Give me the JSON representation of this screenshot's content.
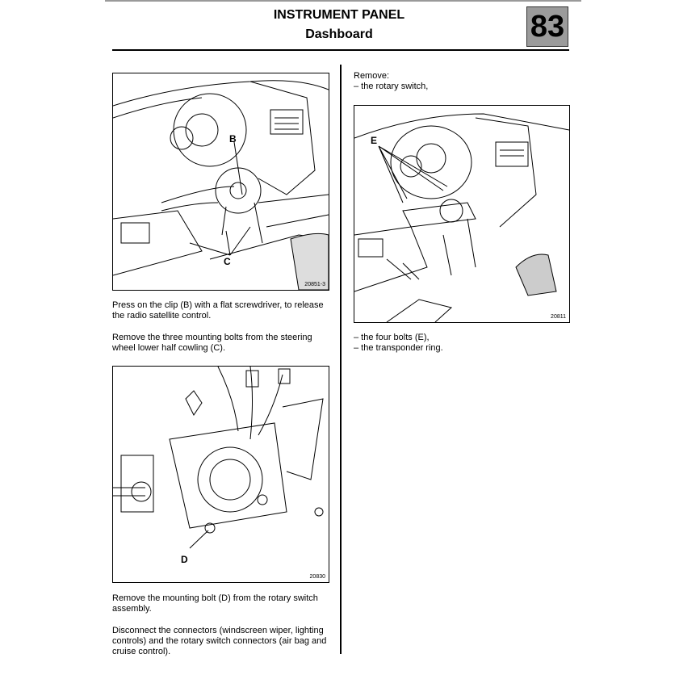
{
  "header": {
    "title": "INSTRUMENT PANEL",
    "subtitle": "Dashboard",
    "section_number": "83"
  },
  "left_column": {
    "figure1": {
      "number": "20851-3",
      "labels": [
        "B",
        "C"
      ]
    },
    "para1": "Press on the clip (B) with a flat screwdriver, to release the radio satellite control.",
    "para2": "Remove the three mounting bolts from the steering wheel lower half cowling (C).",
    "figure3": {
      "number": "20830",
      "labels": [
        "D"
      ]
    },
    "para3": "Remove the mounting bolt (D) from the rotary switch assembly.",
    "para4": "Disconnect the connectors (windscreen wiper, lighting controls) and the rotary switch connectors (air bag and cruise control)."
  },
  "right_column": {
    "intro": "Remove:",
    "item1": "– the rotary switch,",
    "figure2": {
      "number": "20811",
      "labels": [
        "E"
      ]
    },
    "item2": "– the four bolts (E),",
    "item3": "– the transponder ring."
  }
}
